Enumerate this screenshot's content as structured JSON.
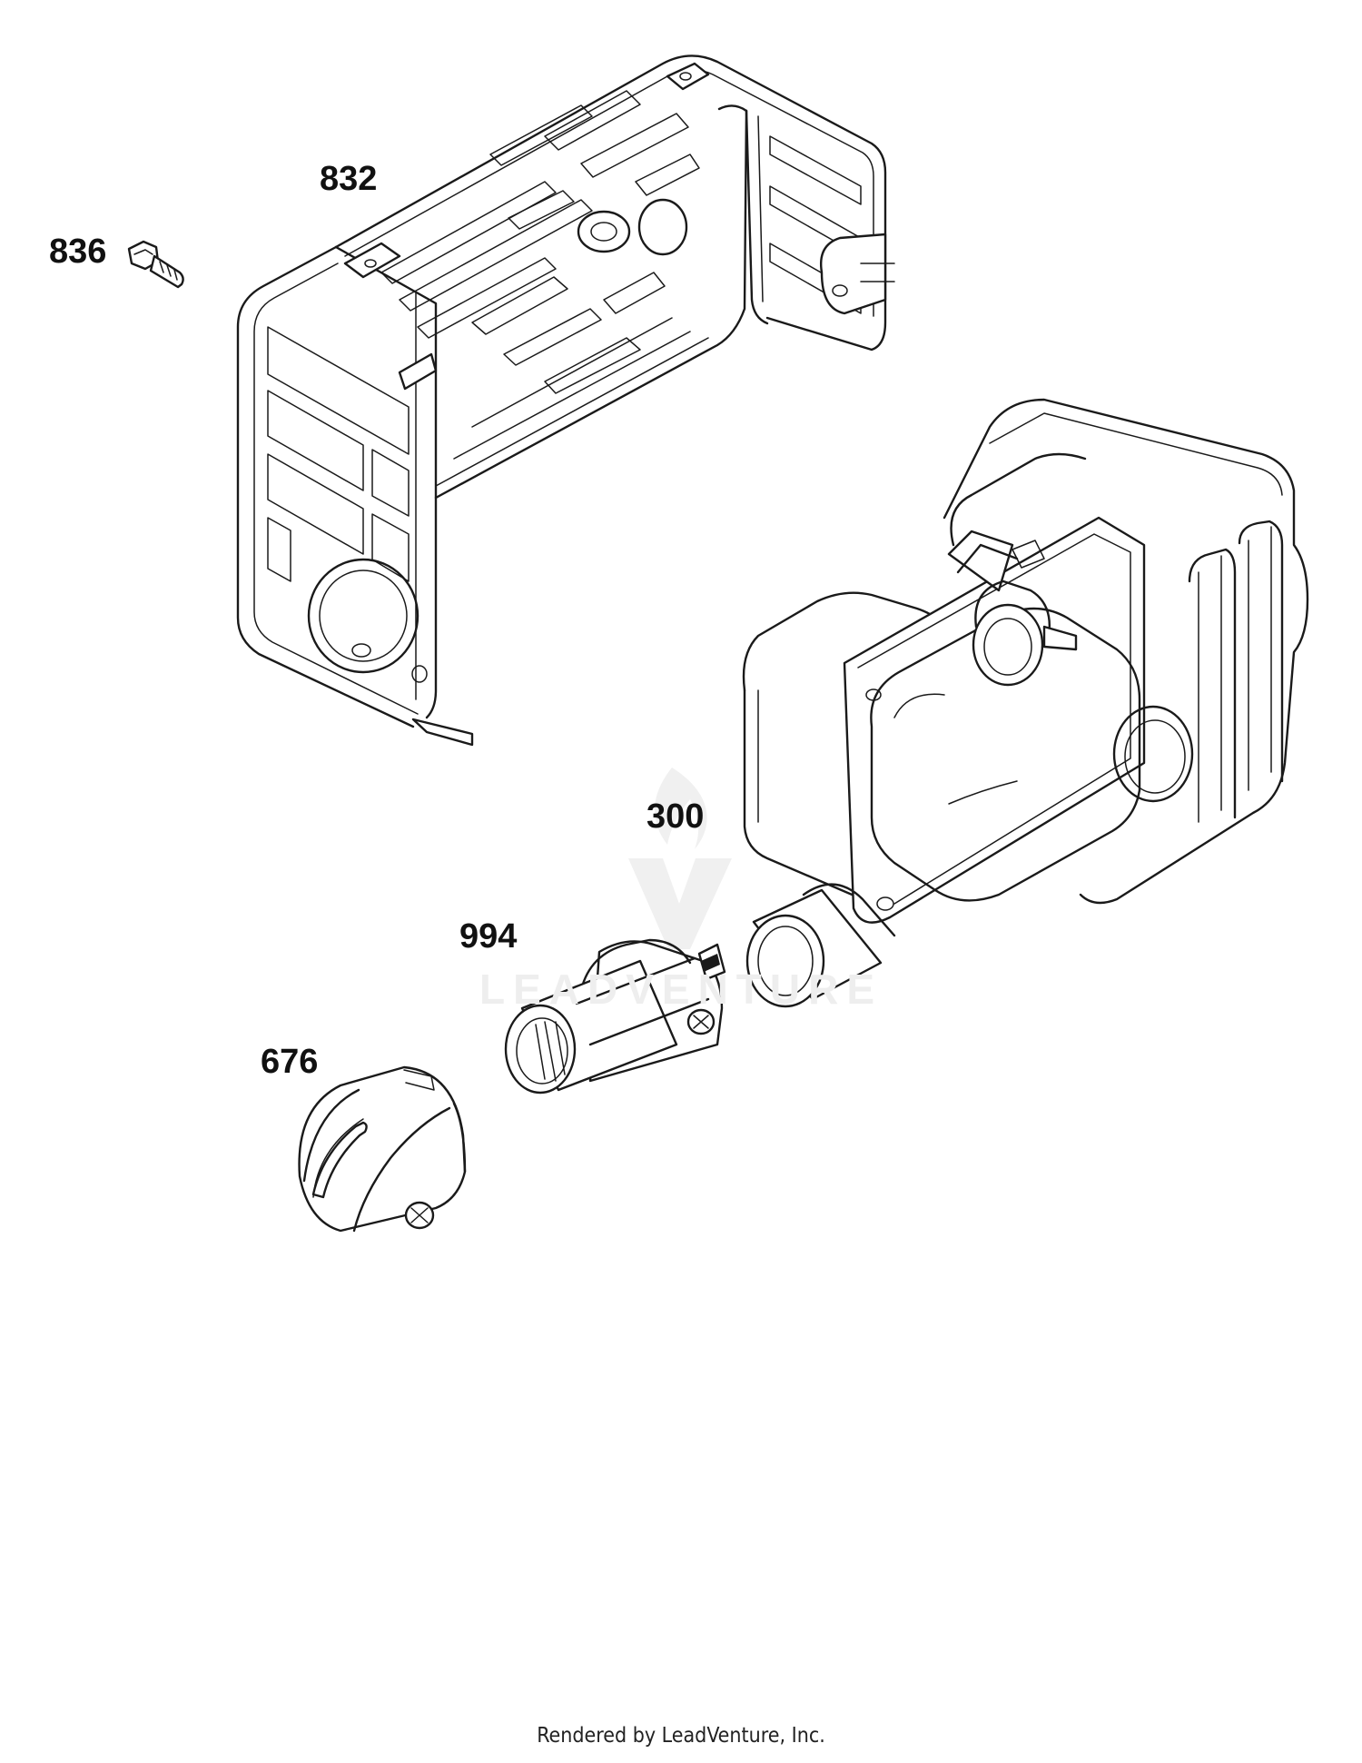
{
  "parts": [
    {
      "callout": "832",
      "icon": "heat-shield-icon"
    },
    {
      "callout": "836",
      "icon": "flange-screw-icon"
    },
    {
      "callout": "300",
      "icon": "muffler-icon"
    },
    {
      "callout": "994",
      "icon": "spark-arrester-icon"
    },
    {
      "callout": "676",
      "icon": "deflector-icon"
    }
  ],
  "watermark": "LEADVENTURE",
  "watermark_logo": "leadventure-logo-icon",
  "footer": "Rendered by LeadVenture, Inc.",
  "colors": {
    "line": "#1a1a1a",
    "background": "#ffffff",
    "watermark": "#eeeeee"
  }
}
